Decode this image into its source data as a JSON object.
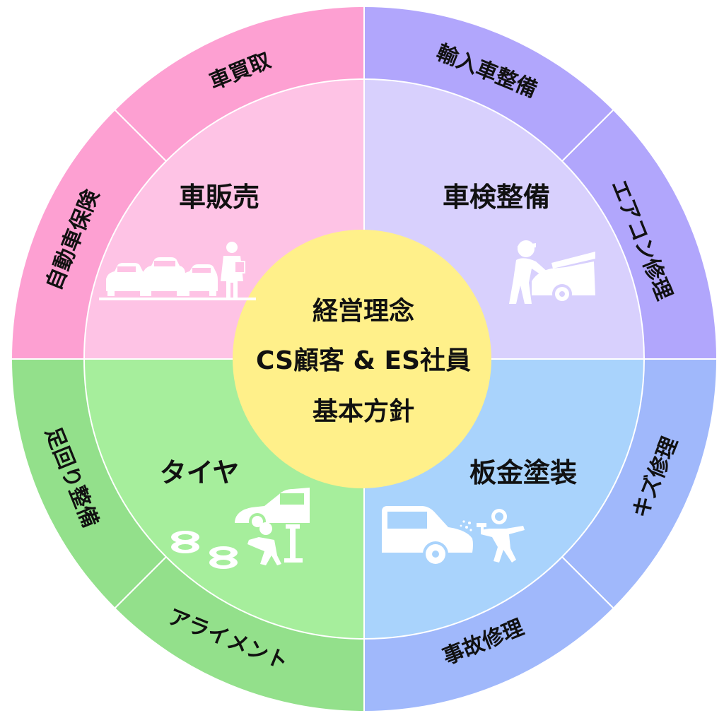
{
  "center": {
    "line1": "経営理念",
    "line2": "CS顧客 & ES社員",
    "line3": "基本方針",
    "color": "#fff08a"
  },
  "quadrants": {
    "sales": {
      "label": "車販売",
      "inner_color": "#fec3e5",
      "outer_color": "#fda0d2",
      "outer_items": [
        "車買取",
        "自動車保険"
      ]
    },
    "inspection": {
      "label": "車検整備",
      "inner_color": "#d8d0fd",
      "outer_color": "#b1a6fc",
      "outer_items": [
        "輸入車整備",
        "エアコン修理"
      ]
    },
    "bodywork": {
      "label": "板金塗装",
      "inner_color": "#a9d3fc",
      "outer_color": "#a0b8fb",
      "outer_items": [
        "キズ修理",
        "事故修理"
      ]
    },
    "tires": {
      "label": "タイヤ",
      "inner_color": "#a6ee9c",
      "outer_color": "#93e08b",
      "outer_items": [
        "足回り整備",
        "アライメント"
      ]
    }
  },
  "icons": {
    "sales": "cars-lineup-salesperson-icon",
    "inspection": "mechanic-under-hood-icon",
    "bodywork": "spray-painter-car-icon",
    "tires": "tire-change-lift-icon"
  }
}
